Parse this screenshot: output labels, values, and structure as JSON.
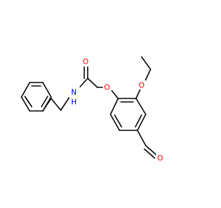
{
  "diagram": {
    "type": "chemical-structure",
    "atoms": [
      {
        "id": "o-ether-ethoxy",
        "label": "O",
        "color": "#ff0000"
      },
      {
        "id": "o-ether-phenoxy",
        "label": "O",
        "color": "#ff0000"
      },
      {
        "id": "o-carbonyl-amide",
        "label": "O",
        "color": "#ff0000"
      },
      {
        "id": "o-carbonyl-aldehyde",
        "label": "O",
        "color": "#ff0000"
      },
      {
        "id": "n-amide",
        "label": "N",
        "color": "#0000ff"
      },
      {
        "id": "h-amide",
        "label": "H",
        "color": "#0000ff"
      }
    ]
  }
}
